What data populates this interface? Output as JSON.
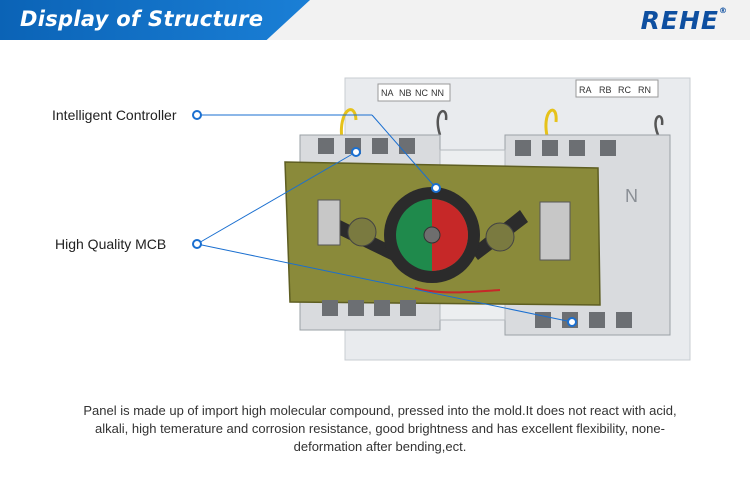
{
  "header": {
    "title": "Display of Structure",
    "logo": "REHE",
    "logo_mark": "®"
  },
  "callouts": {
    "controller": "Intelligent Controller",
    "mcb": "High Quality MCB"
  },
  "terminals": {
    "left": [
      "NA",
      "NB",
      "NC",
      "NN"
    ],
    "right": [
      "RA",
      "RB",
      "RC",
      "RN"
    ],
    "panel_letter": "N"
  },
  "description": "Panel is made up of import high molecular compound, pressed into the mold.It does not react with acid, alkali, high temerature and corrosion resistance, good brightness and has excellent flexibility, none-deformation after bending,ect.",
  "colors": {
    "banner_blue": "#0b63b6",
    "logo_blue": "#0e4fa0",
    "pointer_blue": "#1a6fd0",
    "dial_green": "#1f8a4c",
    "dial_red": "#c62828",
    "panel_olive": "#8a8a3a"
  }
}
